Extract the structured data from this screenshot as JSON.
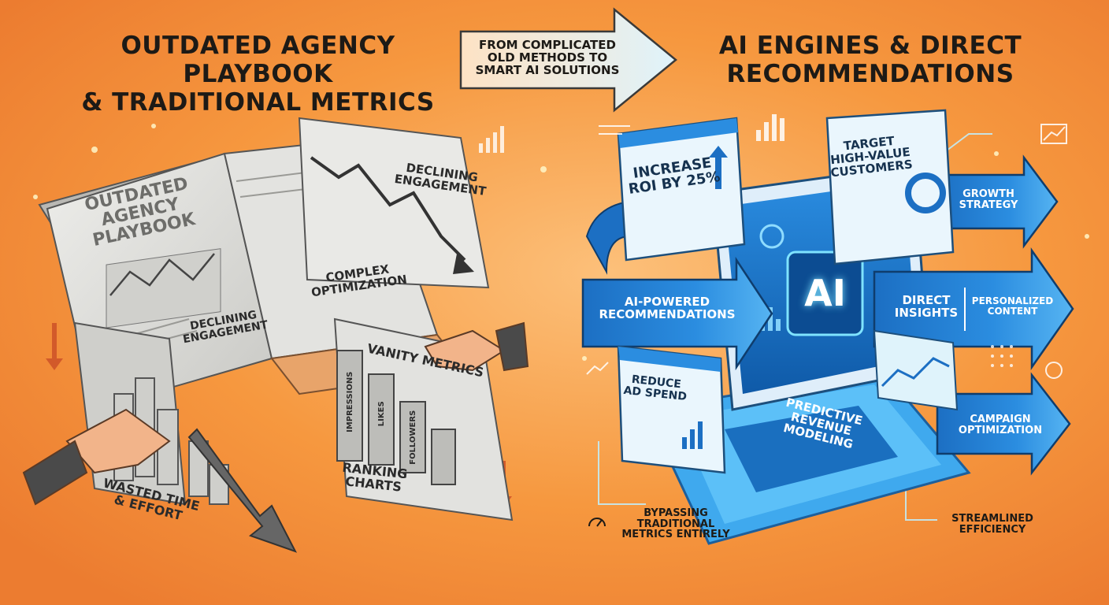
{
  "left": {
    "title": [
      "OUTDATED AGENCY PLAYBOOK",
      "& TRADITIONAL METRICS"
    ],
    "book_cover": [
      "OUTDATED AGENCY",
      "PLAYBOOK"
    ],
    "declining_engagement_top": [
      "DECLINING",
      "ENGAGEMENT"
    ],
    "complex_optimization": [
      "COMPLEX",
      "OPTIMIZATION"
    ],
    "declining_engagement_book": [
      "DECLINING",
      "ENGAGEMENT"
    ],
    "vanity_metrics": "VANITY METRICS",
    "bars": [
      "IMPRESSIONS",
      "LIKES",
      "FOLLOWERS"
    ],
    "ranking_charts": [
      "RANKING",
      "CHARTS"
    ],
    "wasted_time": [
      "WASTED TIME",
      "& EFFORT"
    ]
  },
  "bridge_arrow": [
    "FROM COMPLICATED",
    "OLD METHODS TO",
    "SMART AI SOLUTIONS"
  ],
  "right": {
    "title": [
      "AI ENGINES & DIRECT",
      "RECOMMENDATIONS"
    ],
    "increase_roi": [
      "INCREASE",
      "ROI BY 25%"
    ],
    "target_customers": [
      "TARGET",
      "HIGH-VALUE",
      "CUSTOMERS"
    ],
    "growth_strategy": [
      "GROWTH",
      "STRATEGY"
    ],
    "ai_recommendations": [
      "AI-POWERED",
      "RECOMMENDATIONS"
    ],
    "ai_core": "AI",
    "direct_insights": [
      "DIRECT",
      "INSIGHTS"
    ],
    "personalized_content": [
      "PERSONALIZED",
      "CONTENT"
    ],
    "reduce_ad_spend": [
      "REDUCE",
      "AD SPEND"
    ],
    "predictive_modeling": [
      "PREDICTIVE",
      "REVENUE",
      "MODELING"
    ],
    "campaign_optimization": [
      "CAMPAIGN",
      "OPTIMIZATION"
    ],
    "bypassing": [
      "BYPASSING",
      "TRADITIONAL",
      "METRICS ENTIRELY"
    ],
    "streamlined": [
      "STREAMLINED",
      "EFFICIENCY"
    ]
  },
  "colors": {
    "bg_orange": "#f2873a",
    "bg_glow": "#fbb36a",
    "blue_accent": "#1f7fd6",
    "cyan_glow": "#4fd2ff",
    "grey_paper": "#d9d9d6"
  }
}
